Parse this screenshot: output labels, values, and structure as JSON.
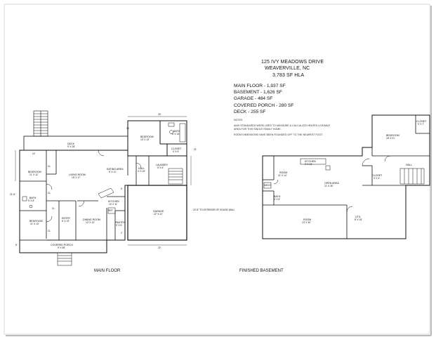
{
  "header": {
    "address": "125 IVY MEADOWS DRIVE",
    "city": "WEAVERVILLE, NC",
    "hla": "3,783 SF HLA"
  },
  "stats": [
    "MAIN FLOOR - 1,937 SF",
    "BASEMENT - 1,626 SF",
    "GARAGE - 484 SF",
    "COVERED PORCH - 280 SF",
    "DECK - 255 SF"
  ],
  "notes": {
    "title": "NOTES",
    "line1": "ANSI STANDARDS WERE USED TO MEASURE & CALCULATE HEATED LIVEABLE",
    "line2": "AREA FOR THIS SINGLE FAMILY HOME.",
    "line3": "ROOM DIMENSIONS HAVE BEEN ROUNDED OFF TO THE NEAREST FOOT."
  },
  "main_floor": {
    "caption": "MAIN FLOOR",
    "rooms": {
      "deck": {
        "name": "DECK",
        "dim": "9' X 28'"
      },
      "bedroom_ne": {
        "name": "BEDROOM",
        "dim": "13' X 13'"
      },
      "bath_ne": {
        "name": "BATH",
        "dim": "6' X 14'"
      },
      "closet_ne": {
        "name": "CLOSET",
        "dim": "5' X 5'"
      },
      "bedroom_nw": {
        "name": "BEDROOM",
        "dim": "11' X 12'"
      },
      "living": {
        "name": "LIVING ROOM",
        "dim": "15' X 17'"
      },
      "eating": {
        "name": "EATING AREA",
        "dim": "9' X 11'"
      },
      "hall": {
        "name": "HALL",
        "dim": "4' X 19'"
      },
      "laundry": {
        "name": "LAUNDRY",
        "dim": "5' X 6'"
      },
      "bath_w": {
        "name": "BATH",
        "dim": "5' X 8'"
      },
      "kitchen": {
        "name": "KITCHEN",
        "dim": "10' X 11'"
      },
      "bedroom_sw": {
        "name": "BEDROOM",
        "dim": "11' X 13'"
      },
      "entry": {
        "name": "ENTRY",
        "dim": "6' X 13'"
      },
      "dining": {
        "name": "DINING ROOM",
        "dim": "13' X 13'"
      },
      "pantry": {
        "name": "PANTRY",
        "dim": "5' X 6'"
      },
      "garage": {
        "name": "GARAGE",
        "dim": "22' X 22'"
      },
      "porch": {
        "name": "COVERED PORCH",
        "dim": "9' X 55'"
      }
    },
    "tags": {
      "cl": "CL",
      "ref": "REF"
    },
    "dims": {
      "d30": "30'",
      "d10": "10'",
      "d12": "12'",
      "d21": "21'",
      "d21b": "21'-6\"",
      "d22": "22'",
      "d8": "8'",
      "d5": "5'",
      "d2": "2'",
      "ext_note": "22'-8\" TO EXTERIOR OF HOUSE WALL"
    }
  },
  "basement": {
    "caption": "FINISHED BASEMENT",
    "rooms": {
      "bedroom": {
        "name": "BEDROOM",
        "dim": "18' X 21'"
      },
      "closet": {
        "name": "CLOSET",
        "dim": "9' X 7'"
      },
      "hall": {
        "name": "HALL",
        "dim": ""
      },
      "kitchen": {
        "name": "KITCHEN",
        "dim": "9' X 13'"
      },
      "room_w": {
        "name": "ROOM",
        "dim": "11' X 14'"
      },
      "open_area": {
        "name": "OPEN AREA",
        "dim": "11' X 30'"
      },
      "closet_b": {
        "name": "CLOSET",
        "dim": "3' X 4'"
      },
      "bath": {
        "name": "BATH",
        "dim": "5' X 8'"
      },
      "room_s": {
        "name": "ROOM",
        "dim": "13' X 30'"
      },
      "util": {
        "name": "UTIL",
        "dim": "8' X 15'"
      }
    },
    "tags": {
      "mech": "MECH"
    }
  }
}
